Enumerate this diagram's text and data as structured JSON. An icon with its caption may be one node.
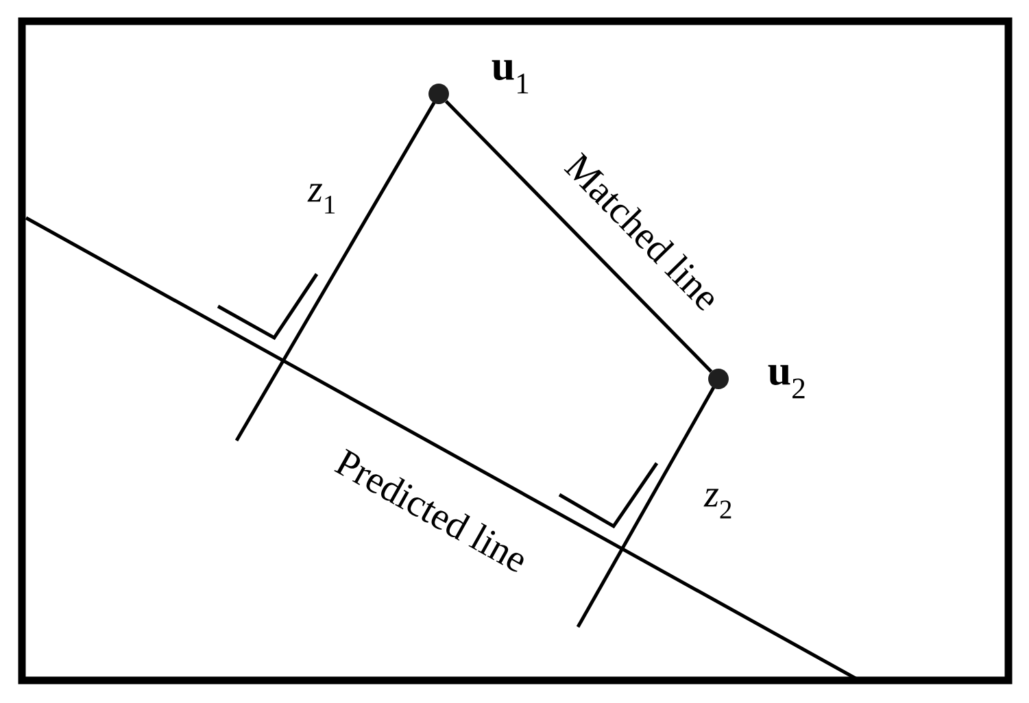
{
  "diagram": {
    "nodes": [
      {
        "text": [],
        "shape": "circle",
        "beside": [
          "**u**$_{1}$"
        ]
      },
      {
        "text": [],
        "shape": "circle",
        "beside": [
          "**u**$_{2}$"
        ]
      }
    ],
    "edges": [
      {
        "from": 0,
        "to": 1,
        "arrow": "none",
        "label": "Matched line"
      }
    ],
    "labels": [
      "*z*$_{1}$",
      "Predicted line",
      "*z*$_{2}$"
    ]
  }
}
